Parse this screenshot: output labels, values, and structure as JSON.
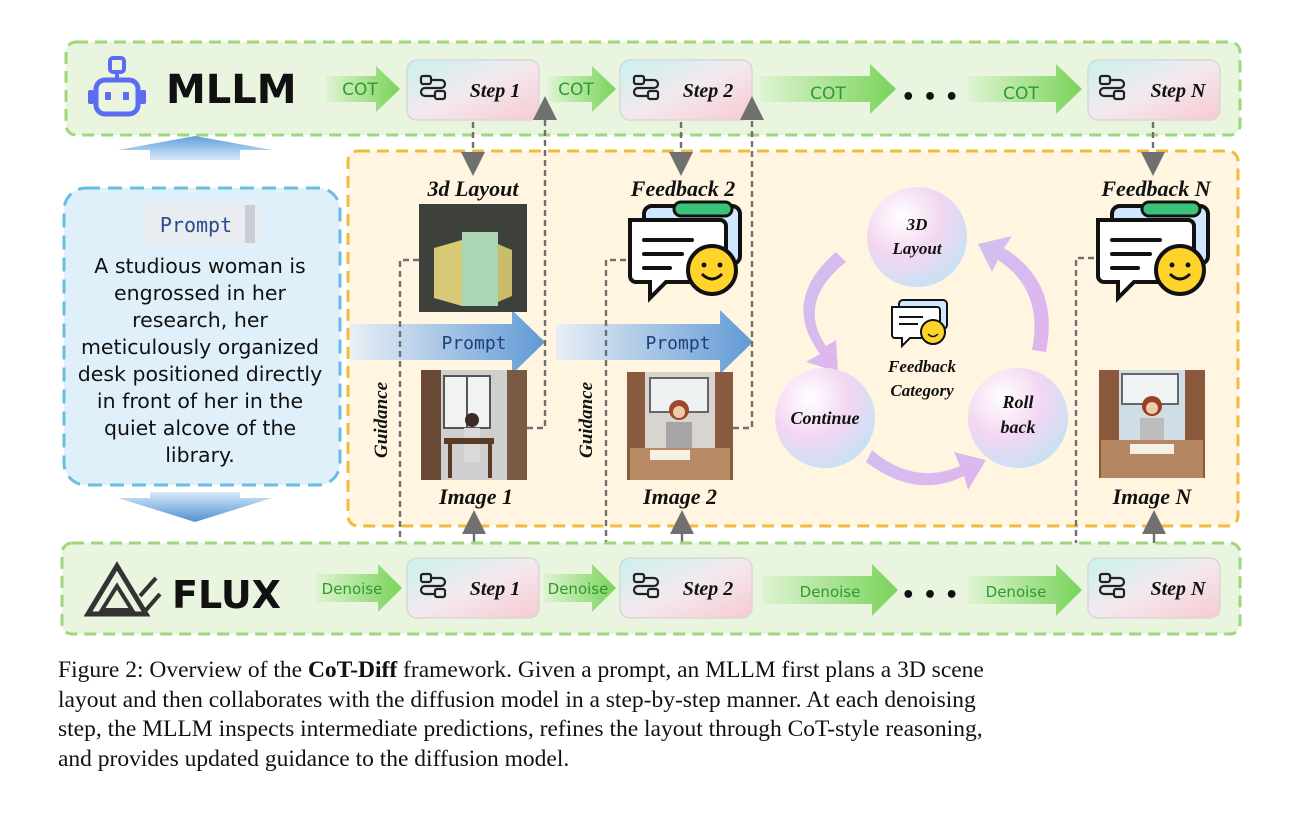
{
  "mllm": {
    "label": "MLLM",
    "cot_labels": [
      "COT",
      "COT",
      "COT",
      "COT"
    ],
    "steps": [
      "Step 1",
      "Step 2",
      "Step N"
    ],
    "icon": "robot-icon"
  },
  "flux": {
    "label": "FLUX",
    "denoise_labels": [
      "Denoise",
      "Denoise",
      "Denoise",
      "Denoise"
    ],
    "steps": [
      "Step 1",
      "Step 2",
      "Step N"
    ],
    "icon": "flux-logo-icon"
  },
  "prompt_box": {
    "title": "Prompt",
    "lines": [
      "A studious woman is",
      "engrossed in her",
      "research, her",
      "meticulously organized",
      "desk positioned directly",
      "in front of her in the",
      "quiet alcove of the",
      "library."
    ]
  },
  "middle": {
    "layout_title": "3d Layout",
    "feedback_titles": [
      "Feedback 2",
      "Feedback N"
    ],
    "image_labels": [
      "Image 1",
      "Image 2",
      "Image N"
    ],
    "prompt_arrows": [
      "Prompt",
      "Prompt"
    ],
    "guidance_labels": [
      "Guidance",
      "Guidance"
    ],
    "ellipsis": [
      "• • •",
      "• • •"
    ]
  },
  "cycle": {
    "layout": [
      "3D",
      "Layout"
    ],
    "continue": "Continue",
    "rollback": [
      "Roll",
      "back"
    ],
    "feedback_category": [
      "Feedback",
      "Category"
    ]
  },
  "caption": {
    "prefix": "Figure 2: Overview of the ",
    "bold": "CoT-Diff",
    "line1_rest": " framework. Given a prompt, an MLLM first plans a 3D scene",
    "line2": "layout and then collaborates with the diffusion model in a step-by-step manner. At each denoising",
    "line3": "step, the MLLM inspects intermediate predictions, refines the layout through CoT-style reasoning,",
    "line4": "and provides updated guidance to the diffusion model."
  },
  "colors": {
    "top_band": "#eaf5df",
    "band_border": "#9fd77e",
    "middle_panel": "#fff5e1",
    "middle_border": "#f2bc3a",
    "prompt_box": "#dff0fa",
    "prompt_border": "#6bbde0",
    "green_arrow": "#86d96a",
    "blue_arrow": "#5b9ad8",
    "robot": "#5b6cf0",
    "cot_text": "#2e9a2e"
  }
}
